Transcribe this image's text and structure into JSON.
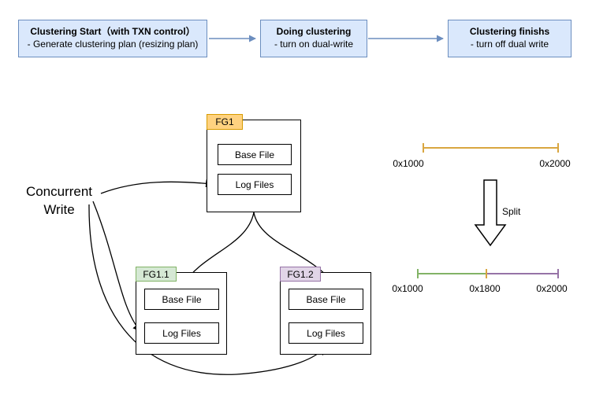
{
  "flow": {
    "step1": {
      "title": "Clustering Start（with TXN control）",
      "subtitle": "- Generate clustering plan (resizing plan)"
    },
    "step2": {
      "title": "Doing clustering",
      "subtitle": "- turn on dual-write"
    },
    "step3": {
      "title": "Clustering finishs",
      "subtitle": "- turn off dual write"
    }
  },
  "groups": {
    "fg1": {
      "label": "FG1",
      "base": "Base File",
      "logs": "Log Files"
    },
    "fg11": {
      "label": "FG1.1",
      "base": "Base File",
      "logs": "Log Files"
    },
    "fg12": {
      "label": "FG1.2",
      "base": "Base File",
      "logs": "Log Files"
    }
  },
  "labels": {
    "concurrent_write": "Concurrent\nWrite",
    "split": "Split"
  },
  "timeline_top": {
    "start": "0x1000",
    "end": "0x2000"
  },
  "timeline_bottom": {
    "start": "0x1000",
    "mid": "0x1800",
    "end": "0x2000"
  },
  "colors": {
    "flow_fill": "#dae8fc",
    "flow_border": "#6c8ebf",
    "fg1_fill": "#ffd280",
    "fg1_border": "#d79b00",
    "fg11_fill": "#d5e8d4",
    "fg11_border": "#82b366",
    "fg12_fill": "#e1d5e7",
    "fg12_border": "#9673a6",
    "timeline_gold": "#d9a640",
    "timeline_green": "#82b366",
    "timeline_purple": "#9673a6"
  }
}
